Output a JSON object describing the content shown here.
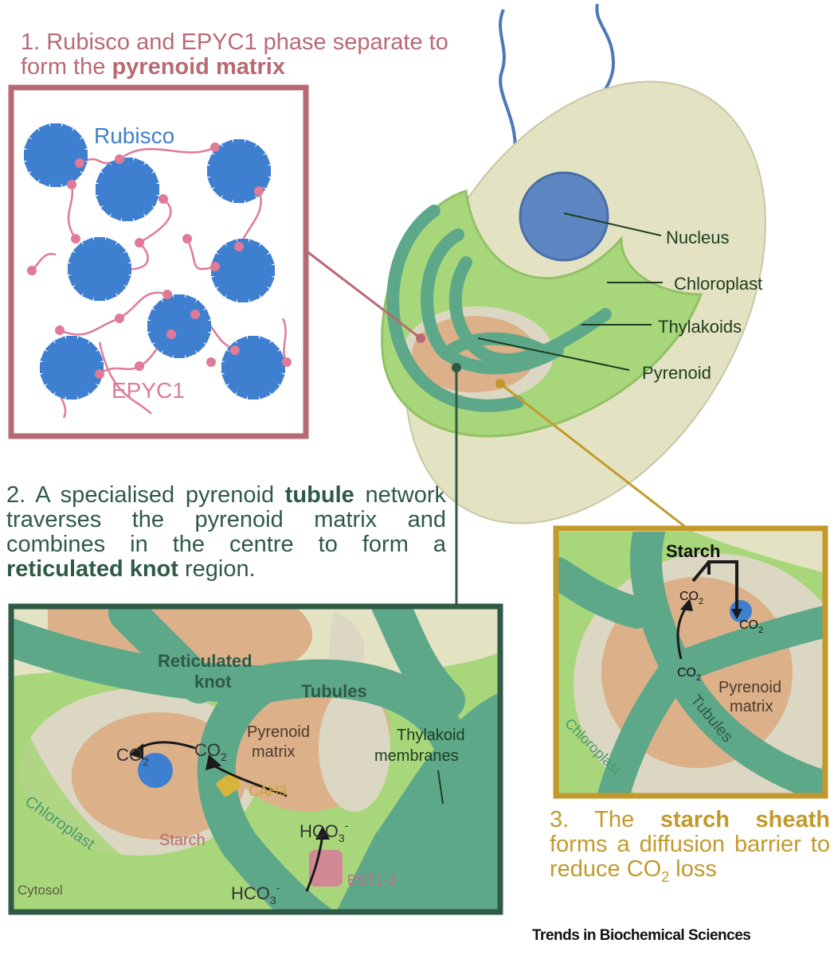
{
  "caption1": {
    "prefix": "1. Rubisco and EPYC1 phase separate to form the ",
    "bold": "pyrenoid matrix"
  },
  "caption2": {
    "p1": "2. A specialised pyrenoid ",
    "b1": "tubule",
    "p2": " network traverses the pyrenoid matrix and combines in the centre to form a ",
    "b2": "reticulated knot",
    "p3": " region."
  },
  "caption3": {
    "p1": "3. The ",
    "b1": "starch sheath",
    "p2": " forms a diffusion barrier to reduce CO",
    "sub": "2",
    "p3": " loss"
  },
  "panel1": {
    "rubisco": "Rubisco",
    "epyc1": "EPYC1"
  },
  "cell": {
    "nucleus": "Nucleus",
    "chloroplast": "Chloroplast",
    "thylakoids": "Thylakoids",
    "pyrenoid": "Pyrenoid"
  },
  "panel2": {
    "reticulated": "Reticulated",
    "knot": "knot",
    "tubules": "Tubules",
    "pyrenoid": "Pyrenoid",
    "matrix": "matrix",
    "thylakoid": "Thylakoid",
    "membranes": "membranes",
    "co2": "CO",
    "sub2": "2",
    "cah3": "CAH3",
    "hco3": "HCO",
    "sub3": "3",
    "minus": "-",
    "starch": "Starch",
    "chloroplast": "Chloroplast",
    "cytosol": "Cytosol",
    "bst": "BST1-3"
  },
  "panel3": {
    "starch": "Starch",
    "co2": "CO",
    "sub2": "2",
    "pyrenoid": "Pyrenoid",
    "matrix": "matrix",
    "tubules": "Tubules",
    "chloroplast": "Chloroplast"
  },
  "footer": "Trends in Biochemical Sciences",
  "colors": {
    "rubisco": "#3f7fd0",
    "epyc1": "#e07a98",
    "tubule": "#5ea88a",
    "chloroplast": "#a8d67a",
    "cell": "#e3e2c2",
    "pyrenoid": "#dcb089",
    "starch": "#dcd7c2"
  }
}
